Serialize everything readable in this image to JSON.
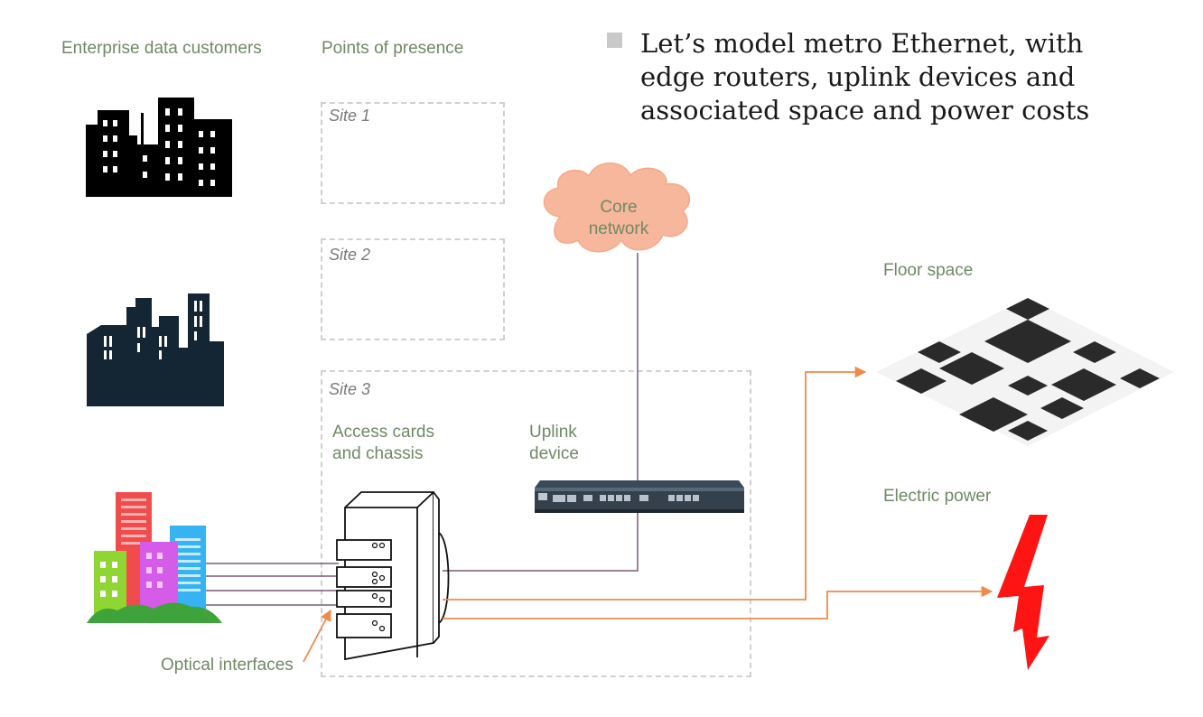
{
  "labels": {
    "customers": "Enterprise data customers",
    "pops": "Points of presence",
    "floor_space": "Floor space",
    "electric_power": "Electric power",
    "access_cards_line1": "Access cards",
    "access_cards_line2": "and chassis",
    "uplink_line1": "Uplink",
    "uplink_line2": "device",
    "optical": "Optical interfaces",
    "core_line1": "Core",
    "core_line2": "network"
  },
  "sites": [
    "Site 1",
    "Site 2",
    "Site 3"
  ],
  "bullet": {
    "lines": [
      "Let’s model metro Ethernet, with",
      "edge routers, uplink devices and",
      "associated space and power costs"
    ]
  },
  "colors": {
    "label_green": "#6e8a63",
    "connector_purple": "#7b5a78",
    "connector_orange": "#f08a4b",
    "cloud": "#f7b79c",
    "lightning": "#ff1414",
    "building_black": "#000000",
    "building_navy": "#142534"
  },
  "icons": [
    "city-buildings-icon",
    "factory-buildings-icon",
    "colorful-buildings-icon",
    "cloud-icon",
    "server-rack-icon",
    "router-icon",
    "floor-tiles-icon",
    "lightning-bolt-icon"
  ]
}
